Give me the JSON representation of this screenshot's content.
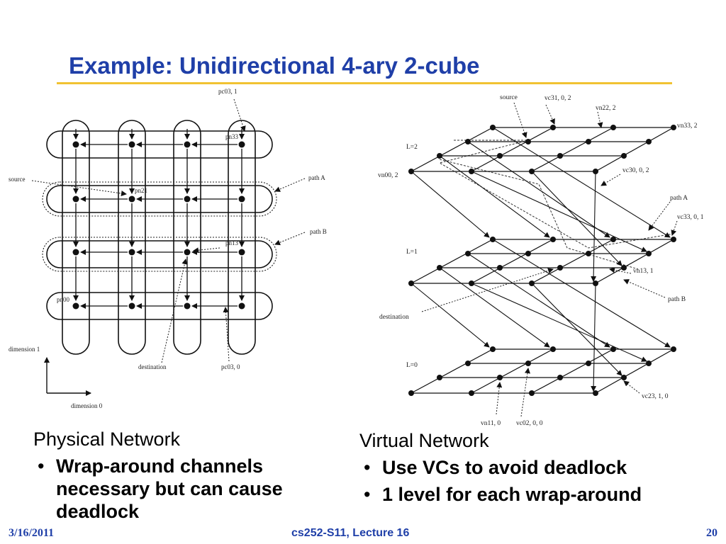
{
  "slide": {
    "title": "Example: Unidirectional 4-ary 2-cube",
    "colors": {
      "title": "#1f3fa8",
      "rule": "#f1c232",
      "footer": "#1f3fa8"
    }
  },
  "physical_figure": {
    "labels": {
      "pc03_1": "pc03, 1",
      "pn33": "pn33",
      "source": "source",
      "pn21": "pn21",
      "path_a": "path A",
      "path_b": "path B",
      "pn13": "pn13",
      "pn00": "pn00",
      "dimension1": "dimension 1",
      "dimension0": "dimension 0",
      "destination": "destination",
      "pc03_0": "pc03, 0"
    }
  },
  "virtual_figure": {
    "labels": {
      "source": "source",
      "vc31_0_2": "vc31, 0, 2",
      "vn22_2": "vn22, 2",
      "vn33_2": "vn33, 2",
      "l2": "L=2",
      "vn00_2": "vn00, 2",
      "vc30_0_2": "vc30, 0, 2",
      "path_a": "path A",
      "vc33_0_1": "vc33, 0, 1",
      "l1": "L=1",
      "vn13_1": "vn13, 1",
      "path_b": "path B",
      "destination": "destination",
      "l0": "L=0",
      "vc23_1_0": "vc23, 1, 0",
      "vn11_0": "vn11, 0",
      "vc02_0_0": "vc02, 0, 0"
    }
  },
  "left_column": {
    "heading": "Physical Network",
    "bullets": [
      "Wrap-around channels necessary but can cause deadlock"
    ]
  },
  "right_column": {
    "heading": "Virtual Network",
    "bullets": [
      "Use VCs to avoid deadlock",
      "1 level for each wrap-around"
    ]
  },
  "footer": {
    "date": "3/16/2011",
    "course": "cs252-S11, Lecture 16",
    "page": "20"
  }
}
